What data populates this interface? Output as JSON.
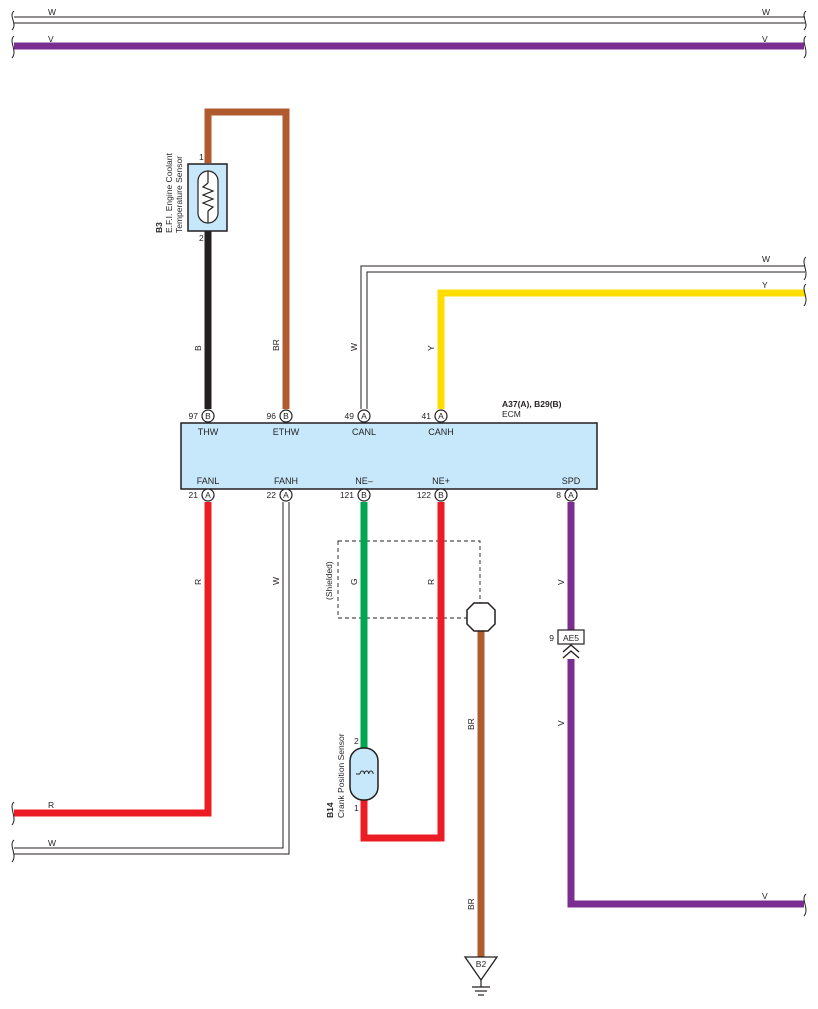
{
  "ecm": {
    "connector": "A37(A), B29(B)",
    "name": "ECM",
    "top_pins": [
      {
        "num": "97",
        "conn": "B",
        "signal": "THW"
      },
      {
        "num": "96",
        "conn": "B",
        "signal": "ETHW"
      },
      {
        "num": "49",
        "conn": "A",
        "signal": "CANL"
      },
      {
        "num": "41",
        "conn": "A",
        "signal": "CANH"
      }
    ],
    "bottom_pins": [
      {
        "num": "21",
        "conn": "A",
        "signal": "FANL"
      },
      {
        "num": "22",
        "conn": "A",
        "signal": "FANH"
      },
      {
        "num": "121",
        "conn": "B",
        "signal": "NE–"
      },
      {
        "num": "122",
        "conn": "B",
        "signal": "NE+"
      },
      {
        "num": "8",
        "conn": "A",
        "signal": "SPD"
      }
    ]
  },
  "coolant_sensor": {
    "code": "B3",
    "name_line1": "E.F.I. Engine Coolant",
    "name_line2": "Temperature Sensor",
    "pin_top": "1",
    "pin_bottom": "2"
  },
  "crank_sensor": {
    "code": "B14",
    "name": "Crank Position Sensor",
    "pin_top": "2",
    "pin_bottom": "1"
  },
  "shielded_label": "(Shielded)",
  "junction": {
    "pin": "9",
    "name": "AE5"
  },
  "ground": {
    "name": "B2"
  },
  "wire_labels": {
    "top_w_left": "W",
    "top_w_right": "W",
    "top_v_left": "V",
    "top_v_right": "V",
    "thw": "B",
    "ethw": "BR",
    "canl": "W",
    "canh": "Y",
    "right_w": "W",
    "right_y": "Y",
    "fanl": "R",
    "fanh": "W",
    "ne_minus": "G",
    "ne_plus": "R",
    "spd_upper": "V",
    "spd_lower": "V",
    "shield_upper": "BR",
    "shield_lower": "BR",
    "left_r": "R",
    "left_w": "W",
    "bottom_v": "V"
  },
  "colors": {
    "violet": "#7a2e90",
    "brown": "#b05a2f",
    "black": "#231f20",
    "yellow": "#ffdd00",
    "red": "#ec1c24",
    "green": "#00a650",
    "ecm_fill": "#c7e8fa",
    "sensor_fill": "#c7e8fa"
  }
}
